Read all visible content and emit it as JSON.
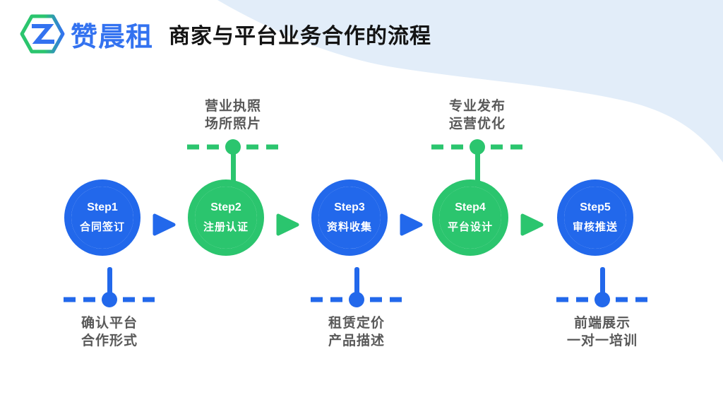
{
  "page": {
    "logo_text": "赞晨租",
    "title": "商家与平台业务合作的流程"
  },
  "colors": {
    "step_blue": "#2268EB",
    "step_green": "#2BC56E",
    "decorative_light_blue": "#E2EDF9",
    "annotation_gray": "#595959",
    "logo_blue": "#3372F0",
    "title_black": "#141414"
  },
  "icons": {
    "logo": "hexagon-z-logo-icon",
    "flow_arrow": "right-arrow-icon",
    "connector_dot": "dot",
    "connector_dash": "dashed-line"
  },
  "steps": [
    {
      "label": "Step1",
      "name": "合同签订",
      "color": "blue",
      "has_arrow": true,
      "annotation": {
        "position": "below",
        "line1": "确认平台",
        "line2": "合作形式"
      }
    },
    {
      "label": "Step2",
      "name": "注册认证",
      "color": "green",
      "has_arrow": true,
      "annotation": {
        "position": "above",
        "line1": "营业执照",
        "line2": "场所照片"
      }
    },
    {
      "label": "Step3",
      "name": "资料收集",
      "color": "blue",
      "has_arrow": true,
      "annotation": {
        "position": "below",
        "line1": "租赁定价",
        "line2": "产品描述"
      }
    },
    {
      "label": "Step4",
      "name": "平台设计",
      "color": "green",
      "has_arrow": true,
      "annotation": {
        "position": "above",
        "line1": "专业发布",
        "line2": "运营优化"
      }
    },
    {
      "label": "Step5",
      "name": "审核推送",
      "color": "blue",
      "has_arrow": false,
      "annotation": {
        "position": "below",
        "line1": "前端展示",
        "line2": "一对一培训"
      }
    }
  ]
}
